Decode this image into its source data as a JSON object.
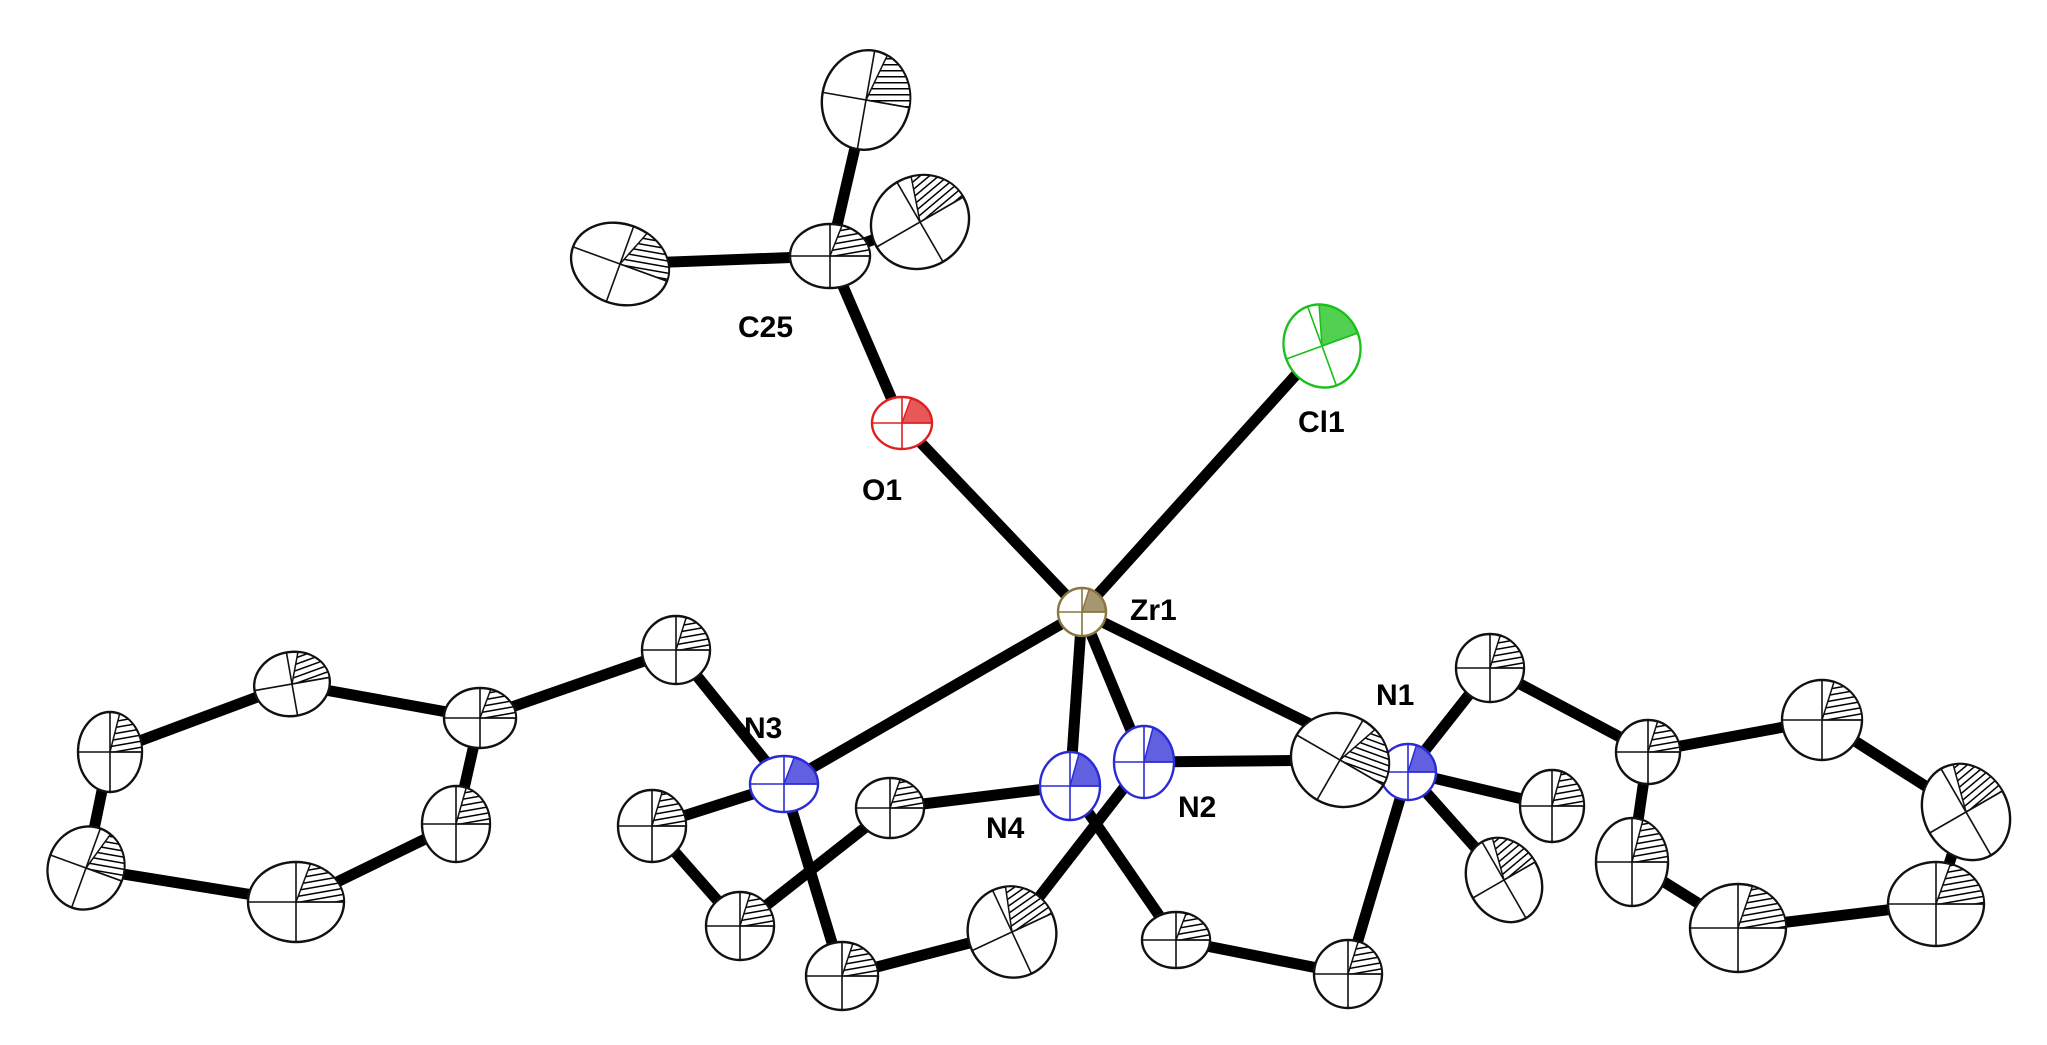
{
  "figure": {
    "type": "ORTEP crystal structure diagram",
    "atom_labels": {
      "Zr1": "Zr1",
      "Cl1": "Cl1",
      "O1": "O1",
      "C25": "C25",
      "N1": "N1",
      "N2": "N2",
      "N3": "N3",
      "N4": "N4"
    },
    "colors": {
      "bond": "#000000",
      "carbon": "#111111",
      "nitrogen": "#2b2bd6",
      "oxygen": "#e02020",
      "chlorine": "#18c018",
      "zirconium": "#8a7440"
    }
  }
}
